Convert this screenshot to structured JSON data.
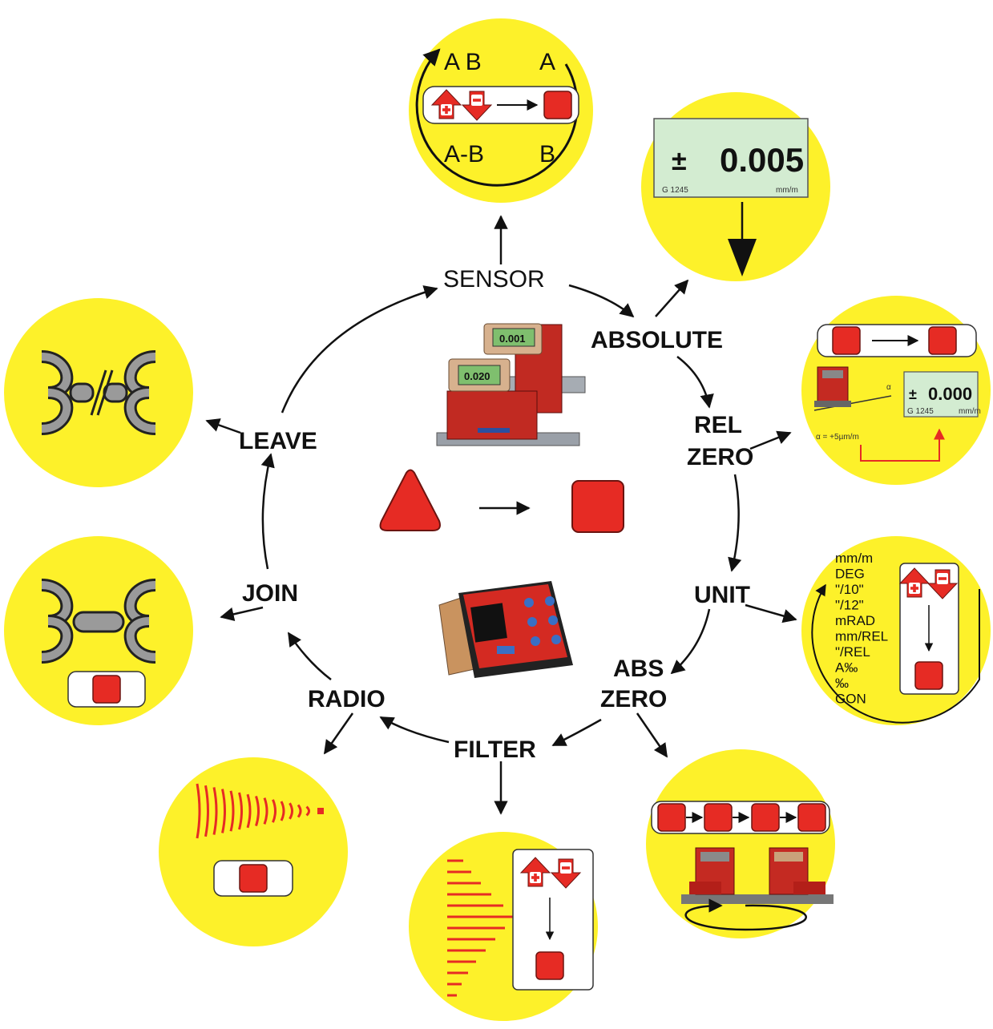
{
  "colors": {
    "yellow": "#fdf12a",
    "red": "#e62b24",
    "dark_red": "#9b1b16",
    "lcd_green": "#d3ecd1",
    "chain_gray": "#9a9a9a"
  },
  "cycle_labels": {
    "sensor": "SENSOR",
    "absolute": "ABSOLUTE",
    "rel_zero_1": "REL",
    "rel_zero_2": "ZERO",
    "unit": "UNIT",
    "abs_zero_1": "ABS",
    "abs_zero_2": "ZERO",
    "filter": "FILTER",
    "radio": "RADIO",
    "join": "JOIN",
    "leave": "LEAVE"
  },
  "sensor_panel": {
    "top_left": "A B",
    "top_right": "A",
    "bottom_left": "A-B",
    "bottom_right": "B"
  },
  "absolute_panel": {
    "reading": "0.005",
    "sign": "±",
    "model": "G 1245",
    "unit": "mm/m"
  },
  "rel_zero_panel": {
    "reading": "0.000",
    "sign": "±",
    "model": "G 1245",
    "unit": "mm/m",
    "angle_symbol": "α",
    "formula": "α = +5µm/m"
  },
  "unit_panel": {
    "units": [
      "mm/m",
      "DEG",
      "\"/10\"",
      "\"/12\"",
      "mRAD",
      "mm/REL",
      "\"/REL",
      "A‰",
      "‰",
      "GON"
    ]
  },
  "center_lcd": {
    "device1": "0.001",
    "device2": "0.020"
  },
  "icons": {
    "plus": "plus-up-arrow-icon",
    "minus": "minus-down-arrow-icon",
    "stop_button": "red-square-button-icon",
    "start_button": "red-triangle-button-icon",
    "chain_broken": "broken-chain-icon",
    "chain_linked": "linked-chain-icon",
    "radio_waves": "radio-waves-icon",
    "histogram": "filter-histogram-icon",
    "rotation": "rotation-arrow-icon"
  }
}
